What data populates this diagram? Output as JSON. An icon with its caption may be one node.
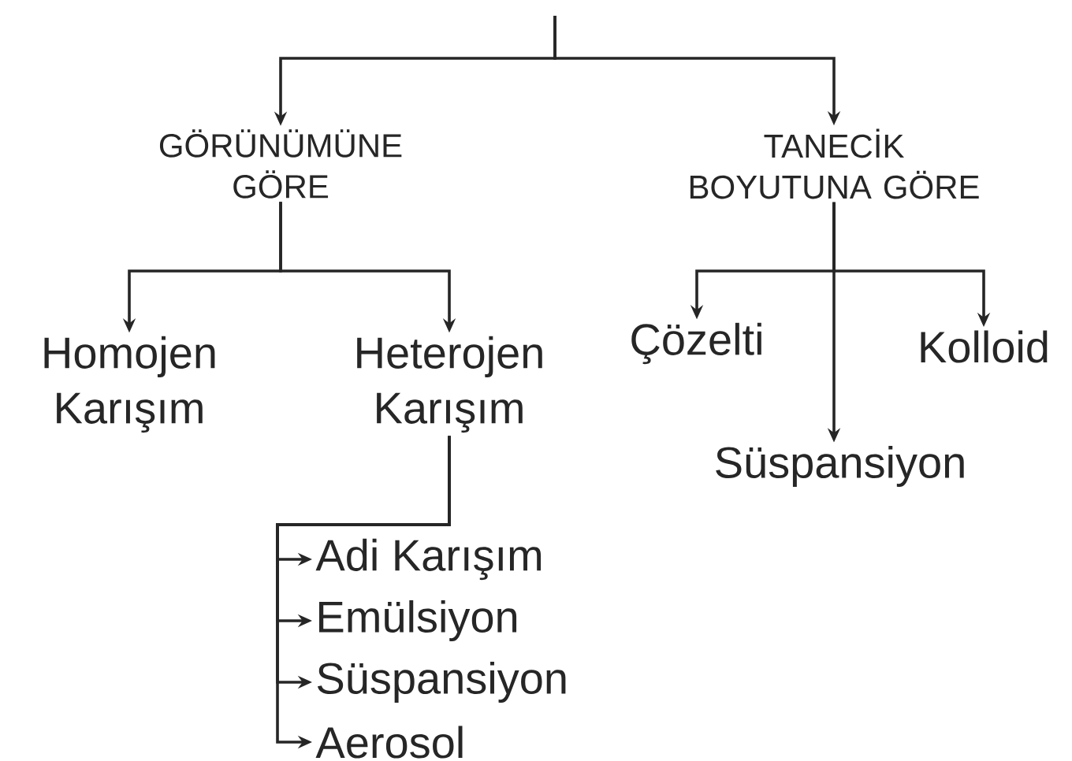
{
  "diagram": {
    "nodes": [
      {
        "text": [
          "GÖRÜNÜMÜNE GÖRE"
        ]
      },
      {
        "text": [
          "TANECİK BOYUTUNA GÖRE"
        ]
      },
      {
        "text": [
          "Homojen Karışım"
        ]
      },
      {
        "text": [
          "Heterojen Karışım"
        ]
      },
      {
        "text": [
          "Çözelti"
        ]
      },
      {
        "text": [
          "Kolloid"
        ]
      },
      {
        "text": [
          "Süspansiyon"
        ]
      },
      {
        "text": [
          "Adi Karışım"
        ]
      },
      {
        "text": [
          "Emülsiyon"
        ]
      },
      {
        "text": [
          "Süspansiyon"
        ]
      },
      {
        "text": [
          "Aerosol"
        ]
      }
    ],
    "edges": [
      {
        "from": null,
        "to": 0,
        "arrow": "to"
      },
      {
        "from": null,
        "to": 1,
        "arrow": "to"
      },
      {
        "from": 0,
        "to": 2,
        "arrow": "to"
      },
      {
        "from": 0,
        "to": 3,
        "arrow": "to"
      },
      {
        "from": 1,
        "to": 4,
        "arrow": "to"
      },
      {
        "from": 1,
        "to": 5,
        "arrow": "to"
      },
      {
        "from": 1,
        "to": 6,
        "arrow": "to"
      },
      {
        "from": 3,
        "to": 7,
        "arrow": "to"
      },
      {
        "from": 3,
        "to": 8,
        "arrow": "to"
      },
      {
        "from": 3,
        "to": 9,
        "arrow": "to"
      },
      {
        "from": 3,
        "to": 10,
        "arrow": "to"
      }
    ]
  }
}
